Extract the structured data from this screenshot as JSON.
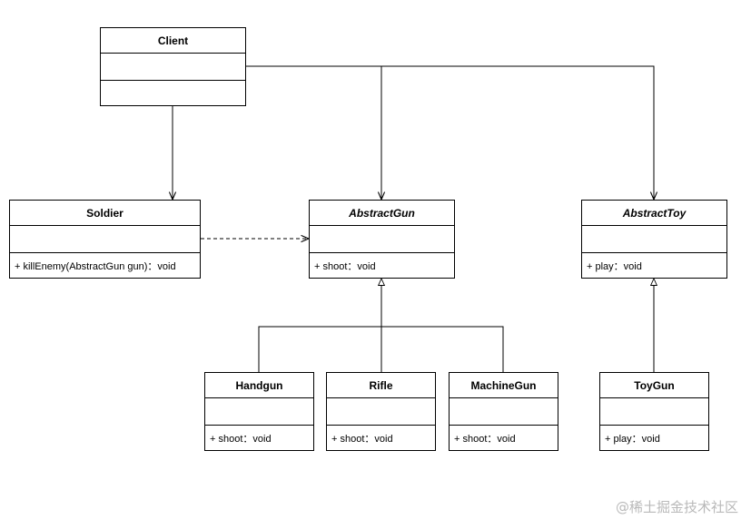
{
  "classes": {
    "client": {
      "name": "Client"
    },
    "soldier": {
      "name": "Soldier",
      "op": "+ killEnemy(AbstractGun gun)：void"
    },
    "abstract_gun": {
      "name": "AbstractGun",
      "op": "+ shoot：void"
    },
    "abstract_toy": {
      "name": "AbstractToy",
      "op": "+ play：void"
    },
    "handgun": {
      "name": "Handgun",
      "op": "+ shoot：void"
    },
    "rifle": {
      "name": "Rifle",
      "op": "+ shoot：void"
    },
    "machine_gun": {
      "name": "MachineGun",
      "op": "+ shoot：void"
    },
    "toy_gun": {
      "name": "ToyGun",
      "op": "+ play：void"
    }
  },
  "watermark": "@稀土掘金技术社区"
}
